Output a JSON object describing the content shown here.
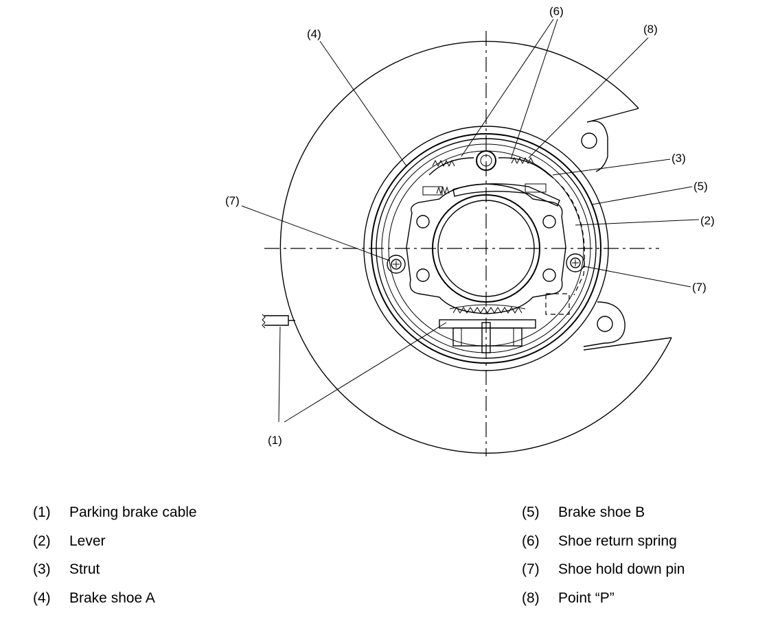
{
  "callouts": {
    "c1": "(1)",
    "c2": "(2)",
    "c3": "(3)",
    "c4": "(4)",
    "c5": "(5)",
    "c6": "(6)",
    "c7_left": "(7)",
    "c7_right": "(7)",
    "c8": "(8)"
  },
  "legend": {
    "left": [
      {
        "num": "(1)",
        "label": "Parking brake cable"
      },
      {
        "num": "(2)",
        "label": "Lever"
      },
      {
        "num": "(3)",
        "label": "Strut"
      },
      {
        "num": "(4)",
        "label": "Brake shoe A"
      }
    ],
    "right": [
      {
        "num": "(5)",
        "label": "Brake shoe B"
      },
      {
        "num": "(6)",
        "label": "Shoe return spring"
      },
      {
        "num": "(7)",
        "label": "Shoe hold down pin"
      },
      {
        "num": "(8)",
        "label": "Point “P”"
      }
    ]
  }
}
